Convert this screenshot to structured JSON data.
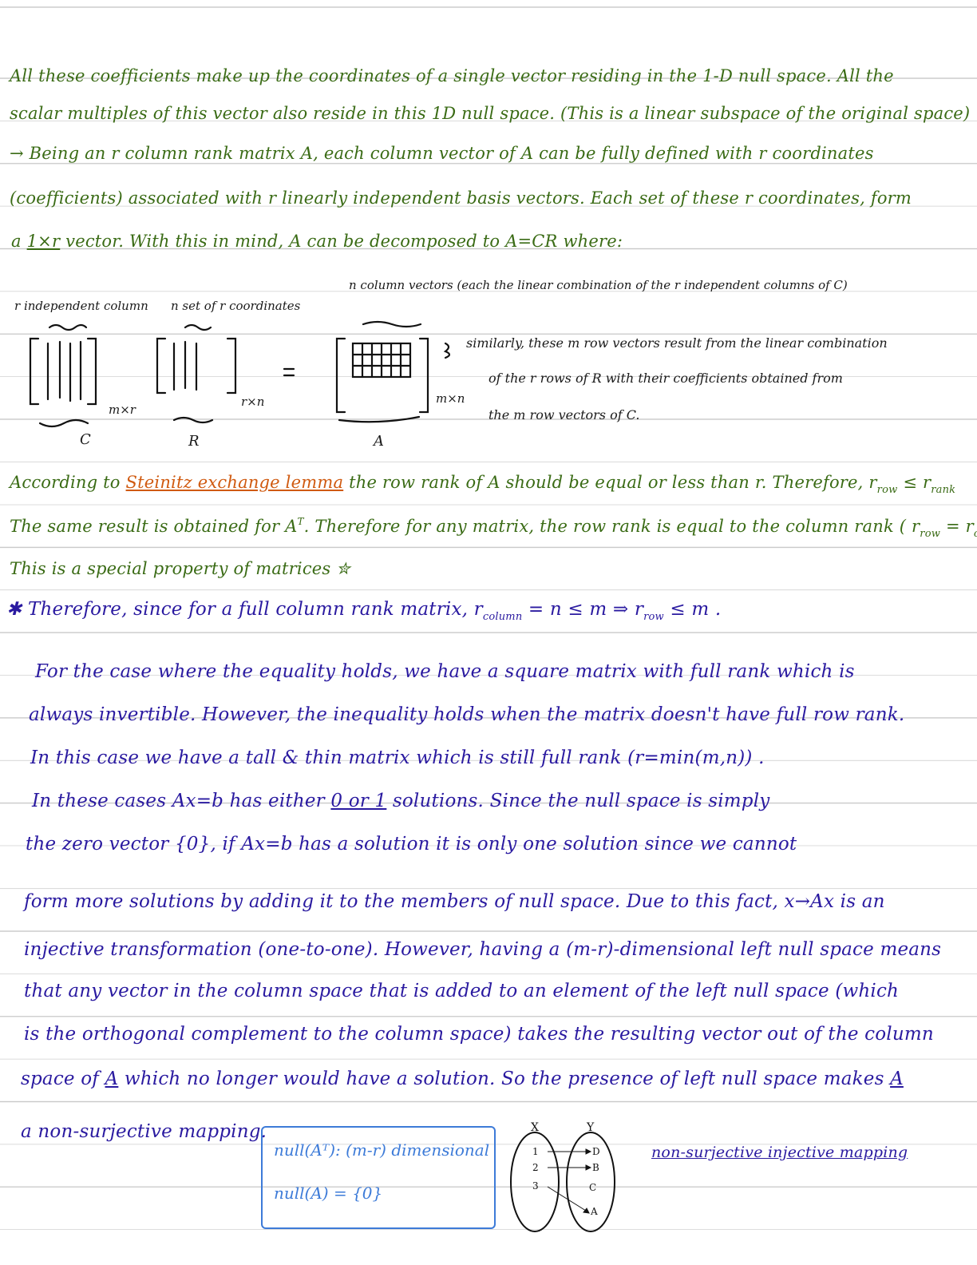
{
  "paragraph1": {
    "line1": "All these coefficients make up the coordinates of a single vector residing in the 1-D null space. All the",
    "line2": "scalar multiples of this vector also reside in this 1D null space. (This is a linear subspace of the original space)",
    "line3": "→ Being an r column rank matrix A, each column vector of A can be fully defined with r coordinates",
    "line4": "(coefficients) associated with r linearly independent basis vectors. Each set of these r coordinates, form",
    "line5_pre": "a",
    "line5_ul": "1×r",
    "line5_post": "vector. With this in mind, A can be decomposed to A=CR where:"
  },
  "figure": {
    "label_c": "r independent column",
    "label_r": "n set of r coordinates",
    "label_a": "n column vectors (each the linear combination of the r independent columns of C)",
    "dim_c": "m×r",
    "dim_r": "r×n",
    "dim_a": "m×n",
    "equals": "=",
    "name_c": "C",
    "name_r": "R",
    "name_a": "A",
    "side_note1": "similarly, these m row vectors result from the linear combination",
    "side_note2": "of the r rows of R with their coefficients obtained from",
    "side_note3": "the m row vectors of C."
  },
  "paragraph2": {
    "l1_pre": "According to",
    "l1_orange": "Steinitz exchange lemma",
    "l1_post": "the row rank of A should be equal or less than r. Therefore, r",
    "l1_sub_row": "row",
    "l1_rel": " ≤ r",
    "l1_sub_rank": "rank",
    "l2_pre": "The same result is obtained for A",
    "l2_sup": "T",
    "l2_post": ". Therefore for any matrix, the row rank is equal to the column rank ( r",
    "l2_sub_row": "row",
    "l2_eq": " = r",
    "l2_sub_col": "column",
    "l2_close": ").",
    "l3": "This is a special property of matrices ✮"
  },
  "paragraph3": {
    "l1_pre": "✱ Therefore, since for a full column rank matrix, r",
    "l1_sub_col": "column",
    "l1_mid": " = n ≤ m  ⇒  r",
    "l1_sub_row": "row",
    "l1_post": " ≤ m .",
    "l2": "For the case where the equality holds, we have a square matrix with full rank which is",
    "l3": "always invertible. However, the inequality holds when the matrix doesn't have full row rank.",
    "l4": "In this case we have a tall & thin matrix which is still full rank (r=min(m,n)) .",
    "l5_pre": "In these cases Ax=b has either",
    "l5_ul": "0 or 1",
    "l5_post": "solutions. Since the null space is simply",
    "l6": "the zero vector {0}, if Ax=b has a solution it is only one solution since we cannot",
    "l7": "form more solutions by adding it to the members of null space. Due to this fact, x→Ax is an",
    "l8": "injective transformation (one-to-one). However, having a (m-r)-dimensional left null space means",
    "l9": "that any vector in the column space that is added to an element of the left null space (which",
    "l10": "is the orthogonal complement to the column space) takes the resulting vector out of the column",
    "l11_pre": "space of",
    "l11_ul1": "A",
    "l11_mid": "which no longer would have a solution. So the presence of left null space makes",
    "l11_ul2": "A",
    "l12": "a non-surjective mapping."
  },
  "box": {
    "line1": "null(Aᵀ): (m-r) dimensional",
    "line2": "null(A) = {0}"
  },
  "mapping": {
    "set_x": "X",
    "set_y": "Y",
    "x_items": [
      "1",
      "2",
      "3"
    ],
    "y_items": [
      "D",
      "B",
      "C",
      "A"
    ],
    "caption": "non-surjective injective mapping"
  }
}
